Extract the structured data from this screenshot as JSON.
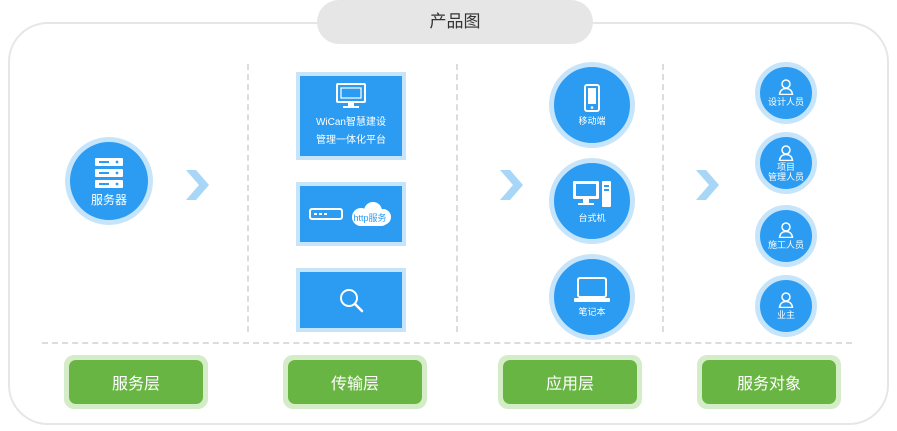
{
  "title": "产品图",
  "server": {
    "label": "服务器"
  },
  "transport": {
    "platform_line1": "WiCan智慧建设",
    "platform_line2": "管理一体化平台",
    "http_label": "http服务"
  },
  "apps": [
    {
      "label": "移动端"
    },
    {
      "label": "台式机"
    },
    {
      "label": "笔记本"
    }
  ],
  "users": [
    {
      "label": "设计人员"
    },
    {
      "label1": "项目",
      "label2": "管理人员"
    },
    {
      "label": "施工人员"
    },
    {
      "label": "业主"
    }
  ],
  "layers": [
    {
      "label": "服务层"
    },
    {
      "label": "传输层"
    },
    {
      "label": "应用层"
    },
    {
      "label": "服务对象"
    }
  ],
  "colors": {
    "blue": "#2b9cf2",
    "blue_ring": "#c6e5fb",
    "green": "#69b543",
    "green_ring": "#d4ecc7",
    "chevron": "#a8d6f7"
  }
}
